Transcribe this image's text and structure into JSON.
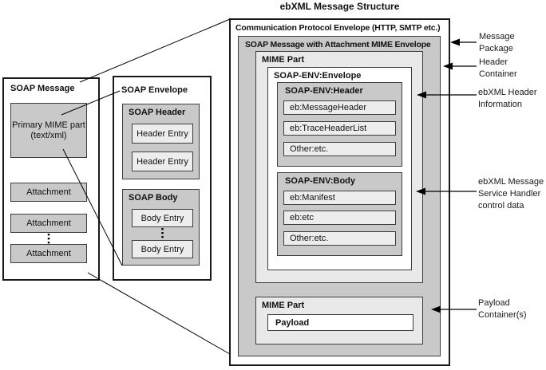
{
  "title": "ebXML Message Structure",
  "left_panel": {
    "title": "SOAP Message",
    "primary_mime": {
      "line1": "Primary MIME part",
      "line2": "(text/xml)"
    },
    "attachments": [
      "Attachment",
      "Attachment",
      "Attachment"
    ]
  },
  "middle_panel": {
    "title": "SOAP Envelope",
    "soap_header": {
      "title": "SOAP Header",
      "entries": [
        "Header Entry",
        "Header Entry"
      ]
    },
    "soap_body": {
      "title": "SOAP Body",
      "entries": [
        "Body Entry",
        "Body Entry"
      ]
    }
  },
  "right_panel": {
    "comm_envelope_title": "Communication Protocol Envelope (HTTP, SMTP etc.)",
    "mime_envelope_title": "SOAP Message with Attachment MIME Envelope",
    "mime_part1_title": "MIME Part",
    "soap_env_envelope_title": "SOAP-ENV:Envelope",
    "soap_env_header": {
      "title": "SOAP-ENV:Header",
      "entries": [
        "eb:MessageHeader",
        "eb:TraceHeaderList",
        "Other:etc."
      ]
    },
    "soap_env_body": {
      "title": "SOAP-ENV:Body",
      "entries": [
        "eb:Manifest",
        "eb:etc",
        "Other:etc."
      ]
    },
    "mime_part2": {
      "title": "MIME Part",
      "payload_label": "Payload"
    }
  },
  "annotations": {
    "message_package": {
      "lines": [
        "Message",
        "Package"
      ]
    },
    "header_container": {
      "lines": [
        "Header",
        "Container"
      ]
    },
    "ebxml_header_information": {
      "lines": [
        "ebXML Header",
        "Information"
      ]
    },
    "ebxml_message_service": {
      "lines": [
        "ebXML Message",
        "Service Handler",
        "control data"
      ]
    },
    "payload_containers": {
      "lines": [
        "Payload",
        "Container(s)"
      ]
    }
  },
  "colors": {
    "medium_gray_fill": "#c9c9c9",
    "light_gray_fill": "#e9e9e9",
    "entry_fill": "#ededed",
    "border_dark": "#1a1a1a",
    "line_color": "#000000"
  }
}
